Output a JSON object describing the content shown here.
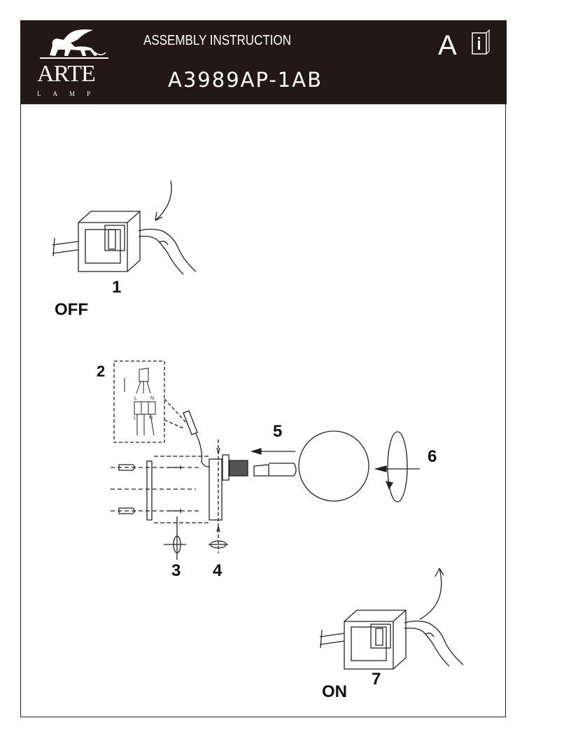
{
  "header": {
    "brand": "ARTE",
    "brand_sub": "LAMP",
    "title": "ASSEMBLY INSTRUCTION",
    "model": "A3989AP-1AB",
    "language": "A",
    "info_icon": "instruction-book-icon"
  },
  "steps": {
    "step1": {
      "number": "1",
      "label": "OFF"
    },
    "step2": {
      "number": "2",
      "terminals_top": [
        "L",
        "N"
      ],
      "terminals_bottom": [
        "L",
        "N"
      ]
    },
    "step3": {
      "number": "3"
    },
    "step4": {
      "number": "4"
    },
    "step5": {
      "number": "5"
    },
    "step6": {
      "number": "6"
    },
    "step7": {
      "number": "7",
      "label": "ON"
    }
  },
  "colors": {
    "header_bg": "#231815",
    "ink": "#111111"
  }
}
